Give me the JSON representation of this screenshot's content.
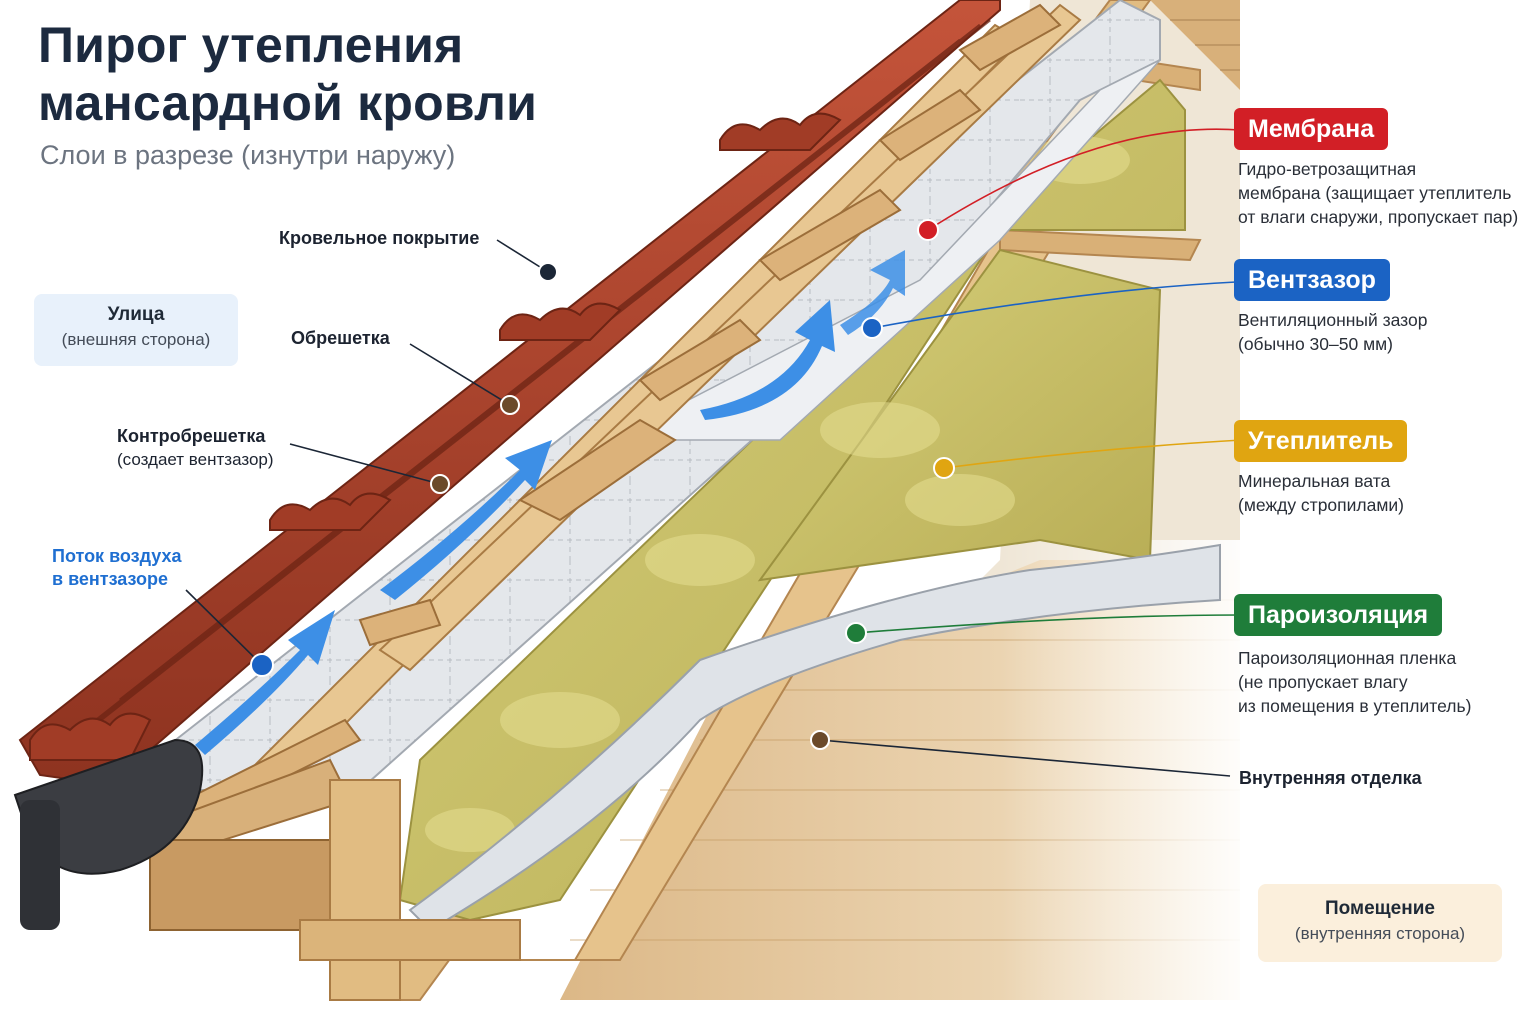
{
  "header": {
    "title": "Пирог утепления\nмансардной кровли",
    "subtitle": "Слои в разрезе (изнутри наружу)"
  },
  "zones": {
    "street": {
      "title": "Улица",
      "subtitle": "(внешняя сторона)"
    },
    "room": {
      "title": "Помещение",
      "subtitle": "(внутренняя сторона)"
    }
  },
  "left_labels": {
    "roofing": "Кровельное покрытие",
    "lathing": "Обрешетка",
    "counter_title": "Контробрешетка",
    "counter_note": "(создает вентзазор)",
    "airflow_line1": "Поток воздуха",
    "airflow_line2": "в вентзазоре",
    "interior": "Внутренняя отделка"
  },
  "layers": [
    {
      "name": "Мембрана",
      "color": "#d21f26",
      "desc": "Гидро-ветрозащитная\nмембрана (защищает утеплитель\nот влаги снаружи, пропускает пар)"
    },
    {
      "name": "Вентзазор",
      "color": "#1b63c4",
      "desc": "Вентиляционный зазор\n(обычно 30–50 мм)"
    },
    {
      "name": "Утеплитель",
      "color": "#e0a511",
      "desc": "Минеральная вата\n(между стропилами)"
    },
    {
      "name": "Пароизоляция",
      "color": "#1f7d3a",
      "desc": "Пароизоляционная пленка\n(не пропускает влагу\nиз помещения в утеплитель)"
    }
  ],
  "colors": {
    "title": "#1c2a3f",
    "tile": "#b0432a",
    "tile_dark": "#7f2c1a",
    "wood": "#e3bf86",
    "wood_dark": "#b88b4f",
    "wool": "#c9c06a",
    "membrane": "#e3e6ea",
    "air_arrow": "#3d8fe6",
    "gutter": "#3b3d42",
    "marker_dark": "#1b2636",
    "marker_brown": "#6b4a2a"
  }
}
